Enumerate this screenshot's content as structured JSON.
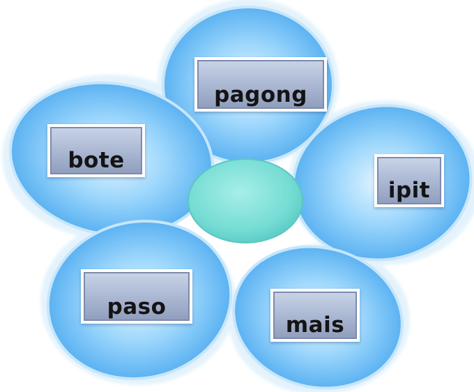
{
  "labels": {
    "top": "pagong",
    "upper_left": "bote",
    "right": "ipit",
    "lower_left": "paso",
    "lower_right": "mais"
  },
  "colors": {
    "petal_light": "#dff3ff",
    "petal_mid": "#8fd0fb",
    "petal_dark": "#3ea0ec",
    "petal_outline": "#c7e6fb",
    "center": "#7fe0d9",
    "label_fill": "#a6b3cf",
    "label_border": "#ffffff"
  }
}
